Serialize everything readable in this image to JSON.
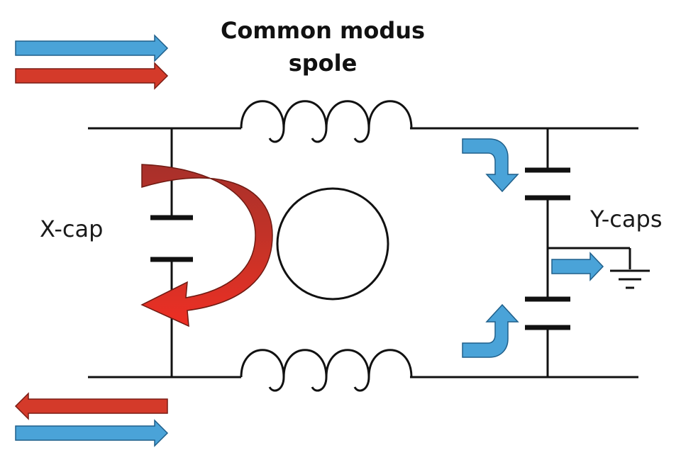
{
  "title": {
    "line1": "Common modus",
    "line2": "spole"
  },
  "labels": {
    "x_cap": "X-cap",
    "y_caps": "Y-caps"
  },
  "colors": {
    "wire": "#111111",
    "common_mode_current": "#4aa3d8",
    "differential_current": "#d43a2a",
    "differential_dark": "#a8302a"
  }
}
